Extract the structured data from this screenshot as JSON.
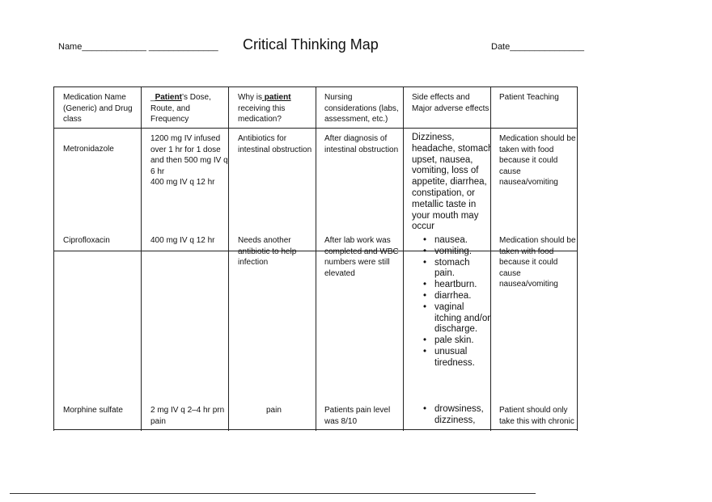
{
  "header": {
    "name_label": "Name_____________ ______________",
    "title": "Critical Thinking Map",
    "date_label": "Date_______________"
  },
  "table": {
    "columns": [
      [
        "Medication Name",
        "(Generic) and Drug",
        "class"
      ],
      {
        "pre": "_",
        "u": "Patient",
        "post": "’s Dose,",
        "l2": "Route, and",
        "l3": "Frequency"
      },
      {
        "pre": "Why is",
        "u": " patient",
        "l2": "receiving this",
        "l3": "medication?"
      },
      [
        "Nursing",
        "considerations (labs,",
        "assessment, etc.)"
      ],
      [
        "Side effects and",
        "Major adverse effects"
      ],
      [
        "Patient Teaching"
      ]
    ],
    "rows": [
      {
        "name": "Metronidazole",
        "dose": [
          "1200  mg  IV  infused",
          "over  1  hr  for  1  dose",
          "and then 500 mg IV q",
          "6 hr",
          "400 mg IV q 12 hr"
        ],
        "why": [
          "Antibiotics for",
          "intestinal obstruction"
        ],
        "nursing": [
          "After diagnosis of",
          "intestinal obstruction"
        ],
        "side_effects": [
          "Dizziness,",
          "headache, stomach",
          "upset, nausea,",
          "vomiting, loss of",
          "appetite, diarrhea,",
          "constipation, or",
          "metallic taste in",
          "your mouth may",
          "occur"
        ],
        "teaching": [
          "Medication should be",
          "taken with food",
          "because it could",
          "cause",
          "nausea/vomiting"
        ]
      },
      {
        "name": "Ciprofloxacin",
        "dose": [
          "400 mg IV q 12 hr"
        ],
        "why": [
          "Needs another",
          "antibiotic to help",
          "infection"
        ],
        "nursing": [
          "After lab work was",
          "completed and WBC",
          "numbers were still",
          "elevated"
        ],
        "side_effects": [
          "nausea.",
          "vomiting.",
          "stomach pain.",
          "heartburn.",
          "diarrhea.",
          "vaginal itching and/or discharge.",
          "pale skin.",
          "unusual tiredness."
        ],
        "teaching": [
          "Medication should be",
          "taken with food",
          "because it could",
          "cause",
          "nausea/vomiting"
        ]
      },
      {
        "name": "Morphine sulfate",
        "dose": [
          "2 mg IV q 2–4 hr prn",
          "pain"
        ],
        "why": [
          "pain"
        ],
        "nursing": [
          "Patients pain level",
          "was 8/10"
        ],
        "side_effects": [
          "drowsiness, dizziness,"
        ],
        "teaching": [
          "Patient should only",
          "take this with chronic"
        ]
      }
    ]
  }
}
